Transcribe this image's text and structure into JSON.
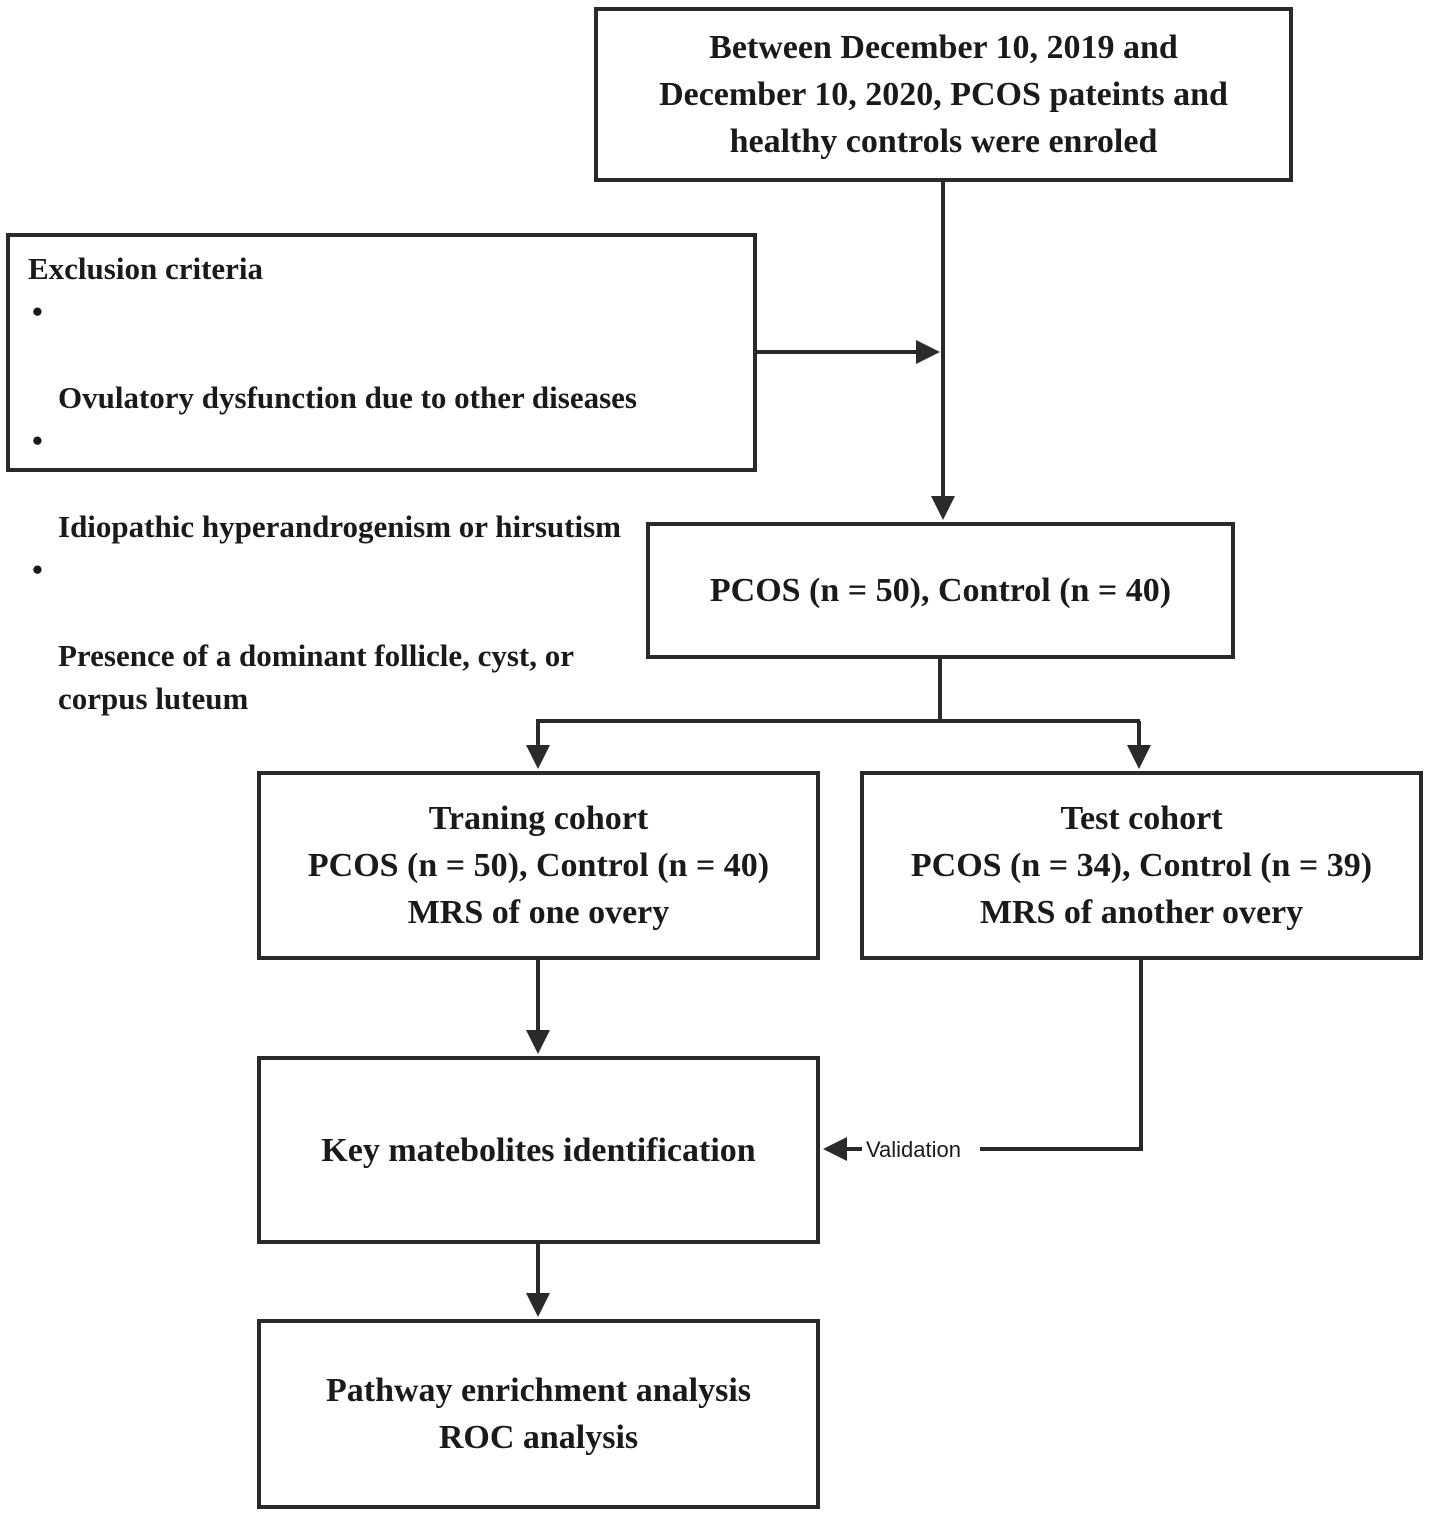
{
  "enrolment": {
    "lines": [
      "Between December 10, 2019 and",
      "December 10, 2020, PCOS pateints and",
      "healthy controls were enroled"
    ]
  },
  "exclusion": {
    "title": "Exclusion criteria",
    "bullet_symbol": "•",
    "items": [
      "Ovulatory dysfunction due to other diseases",
      "Idiopathic hyperandrogenism or hirsutism",
      "Presence of a dominant follicle, cyst, or\ncorpus luteum"
    ]
  },
  "groups": {
    "text": "PCOS (n = 50), Control (n = 40)"
  },
  "training_cohort": {
    "title": "Traning cohort",
    "counts": "PCOS (n = 50), Control (n = 40)",
    "method": "MRS of one overy"
  },
  "test_cohort": {
    "title": "Test cohort",
    "counts": "PCOS (n = 34), Control (n = 39)",
    "method": "MRS of another overy"
  },
  "key_metabolites": {
    "text": "Key matebolites identification"
  },
  "analysis": {
    "lines": [
      "Pathway enrichment analysis",
      "ROC analysis"
    ]
  },
  "validation_label": "Validation",
  "colors": {
    "stroke": "#2a2a2a",
    "text": "#1a1a1a",
    "background": "#ffffff"
  }
}
